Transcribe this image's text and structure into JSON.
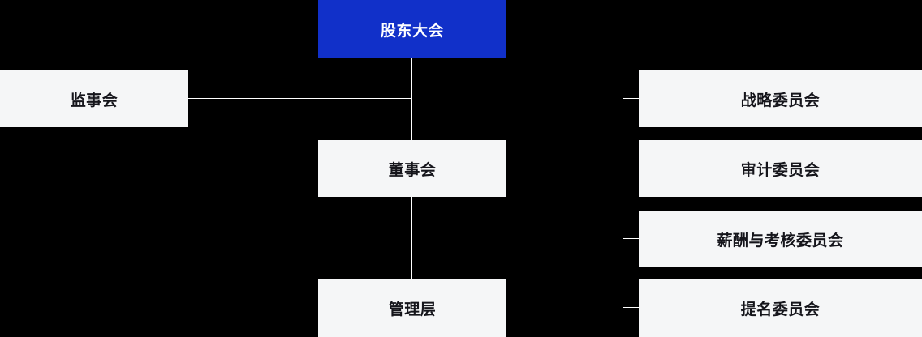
{
  "org_chart": {
    "nodes": {
      "shareholders_meeting": {
        "label": "股东大会",
        "style": "primary"
      },
      "supervisory_board": {
        "label": "监事会",
        "style": "default"
      },
      "board_of_directors": {
        "label": "董事会",
        "style": "default"
      },
      "management": {
        "label": "管理层",
        "style": "default"
      },
      "strategy_committee": {
        "label": "战略委员会",
        "style": "default"
      },
      "audit_committee": {
        "label": "审计委员会",
        "style": "default"
      },
      "remuneration_assessment_committee": {
        "label": "薪酬与考核委员会",
        "style": "default"
      },
      "nomination_committee": {
        "label": "提名委员会",
        "style": "default"
      }
    },
    "edges": [
      {
        "from": "shareholders_meeting",
        "to": "board_of_directors"
      },
      {
        "from": "board_of_directors",
        "to": "management"
      },
      {
        "from": "supervisory_board",
        "to": "shareholders_meeting"
      },
      {
        "from": "board_of_directors",
        "to": "strategy_committee"
      },
      {
        "from": "board_of_directors",
        "to": "audit_committee"
      },
      {
        "from": "board_of_directors",
        "to": "remuneration_assessment_committee"
      },
      {
        "from": "board_of_directors",
        "to": "nomination_committee"
      }
    ],
    "colors": {
      "background": "#000000",
      "node_bg": "#F5F6F7",
      "node_text": "#15151B",
      "primary_node_bg": "#1130C9",
      "primary_node_text": "#FFFFFF",
      "connector": "#FFFFFF"
    }
  }
}
